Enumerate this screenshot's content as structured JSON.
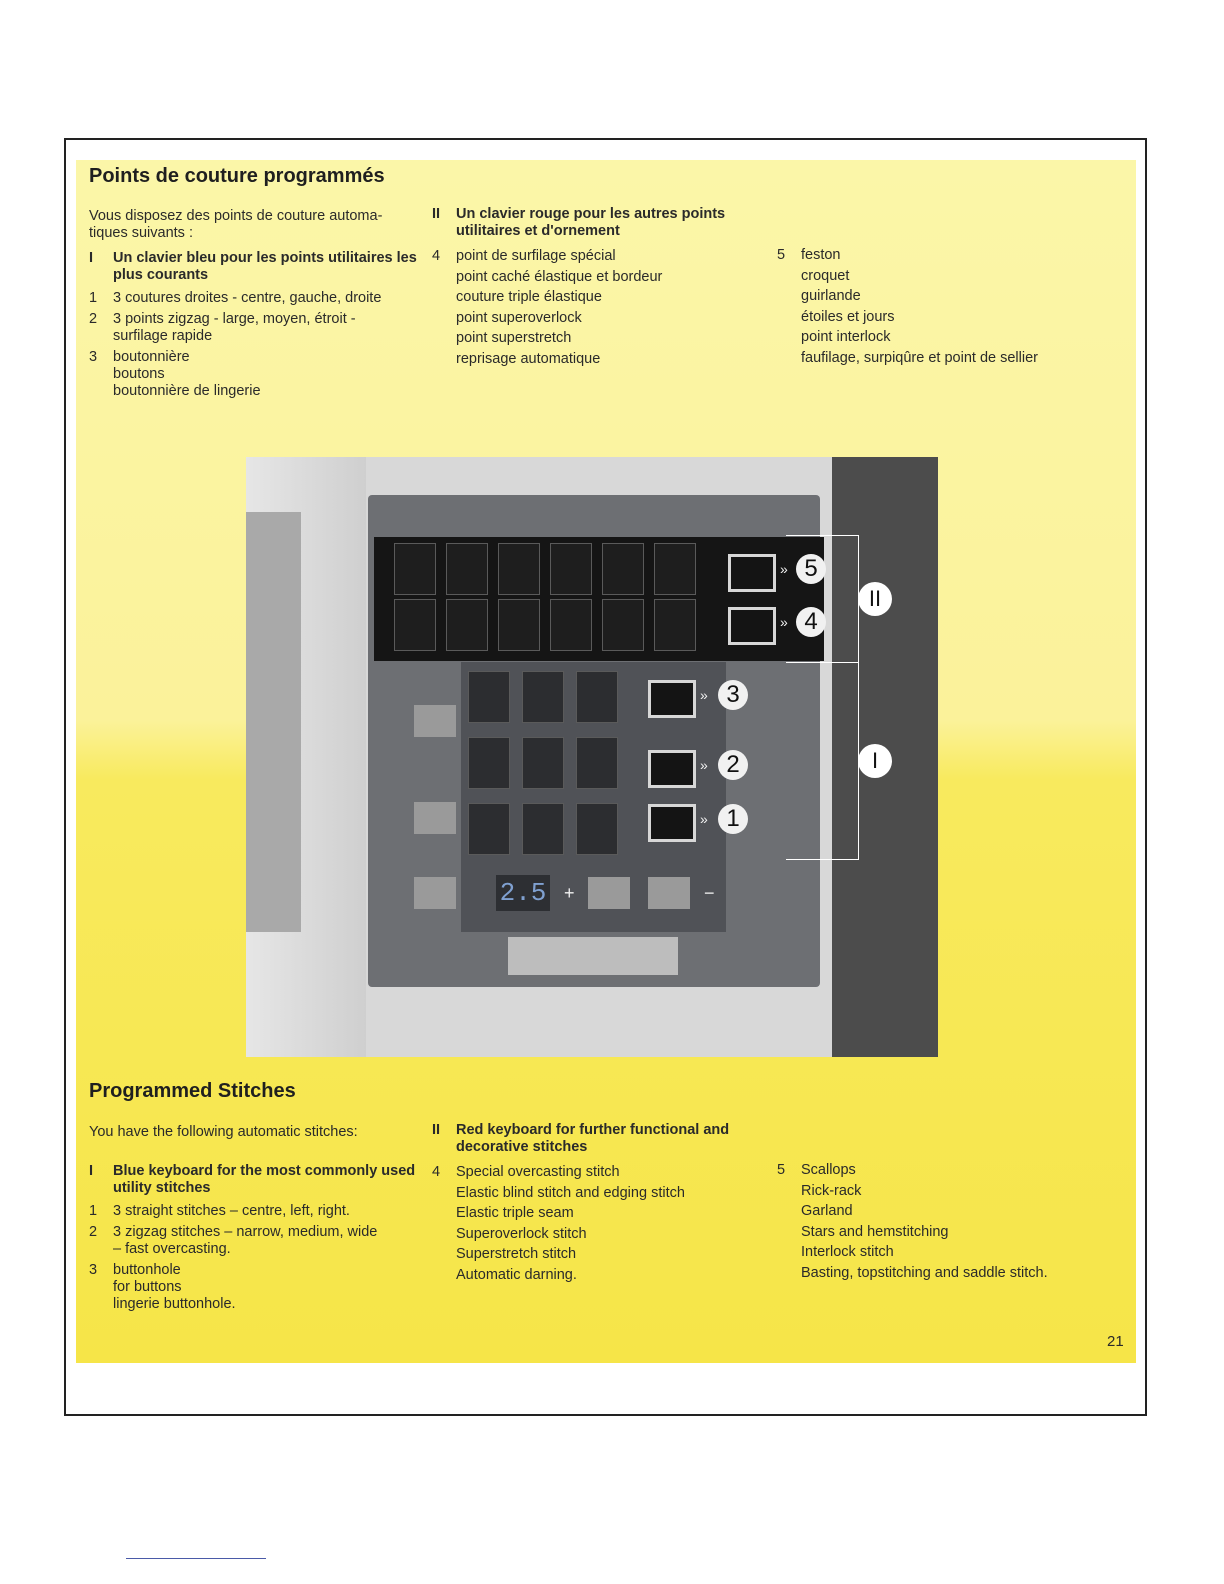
{
  "fr": {
    "title": "Points de couture programmés",
    "intro": "Vous disposez des points de couture automa- tiques suivants :",
    "kb1": {
      "num": "I",
      "label": "Un clavier bleu pour les points utilitaires les plus courants"
    },
    "items1": [
      {
        "num": "1",
        "lines": [
          "3 coutures droites - centre, gauche, droite"
        ]
      },
      {
        "num": "2",
        "lines": [
          "3 points zigzag - large, moyen, étroit -",
          "surfilage rapide"
        ]
      },
      {
        "num": "3",
        "lines": [
          "boutonnière",
          "boutons",
          "boutonnière de lingerie"
        ]
      }
    ],
    "kb2": {
      "num": "II",
      "label": "Un clavier rouge pour les autres points utilitaires et d'ornement"
    },
    "item4": {
      "num": "4",
      "lines": [
        "point de surfilage spécial",
        "point caché élastique et bordeur",
        "couture triple élastique",
        "point superoverlock",
        "point superstretch",
        "reprisage automatique"
      ]
    },
    "item5": {
      "num": "5",
      "lines": [
        "feston",
        "croquet",
        "guirlande",
        "étoiles et jours",
        "point interlock",
        "faufilage, surpiqûre et point de sellier"
      ]
    }
  },
  "en": {
    "title": "Programmed Stitches",
    "intro": "You have the following automatic stitches:",
    "kb1": {
      "num": "I",
      "label": "Blue keyboard for the most commonly used utility stitches"
    },
    "items1": [
      {
        "num": "1",
        "lines": [
          "3 straight stitches – centre, left, right."
        ]
      },
      {
        "num": "2",
        "lines": [
          "3 zigzag stitches – narrow, medium, wide",
          "– fast overcasting."
        ]
      },
      {
        "num": "3",
        "lines": [
          "buttonhole",
          "for buttons",
          "lingerie buttonhole."
        ]
      }
    ],
    "kb2": {
      "num": "II",
      "label": "Red keyboard for further functional and decorative stitches"
    },
    "item4": {
      "num": "4",
      "lines": [
        "Special overcasting stitch",
        "Elastic blind stitch and edging stitch",
        "Elastic triple seam",
        "Superoverlock stitch",
        "Superstretch stitch",
        "Automatic darning."
      ]
    },
    "item5": {
      "num": "5",
      "lines": [
        "Scallops",
        "Rick-rack",
        "Garland",
        "Stars and hemstitching",
        "Interlock stitch",
        "Basting, topstitching and saddle stitch."
      ]
    }
  },
  "photo": {
    "callouts": [
      "5",
      "4",
      "3",
      "2",
      "1"
    ],
    "groups": [
      "II",
      "I"
    ],
    "display": "2.5",
    "plus": "+",
    "minus": "−"
  },
  "page_number": "21",
  "colors": {
    "page_bg": "#fbf29a",
    "panel": "#6d6f73",
    "red_keyboard": "#151515"
  }
}
